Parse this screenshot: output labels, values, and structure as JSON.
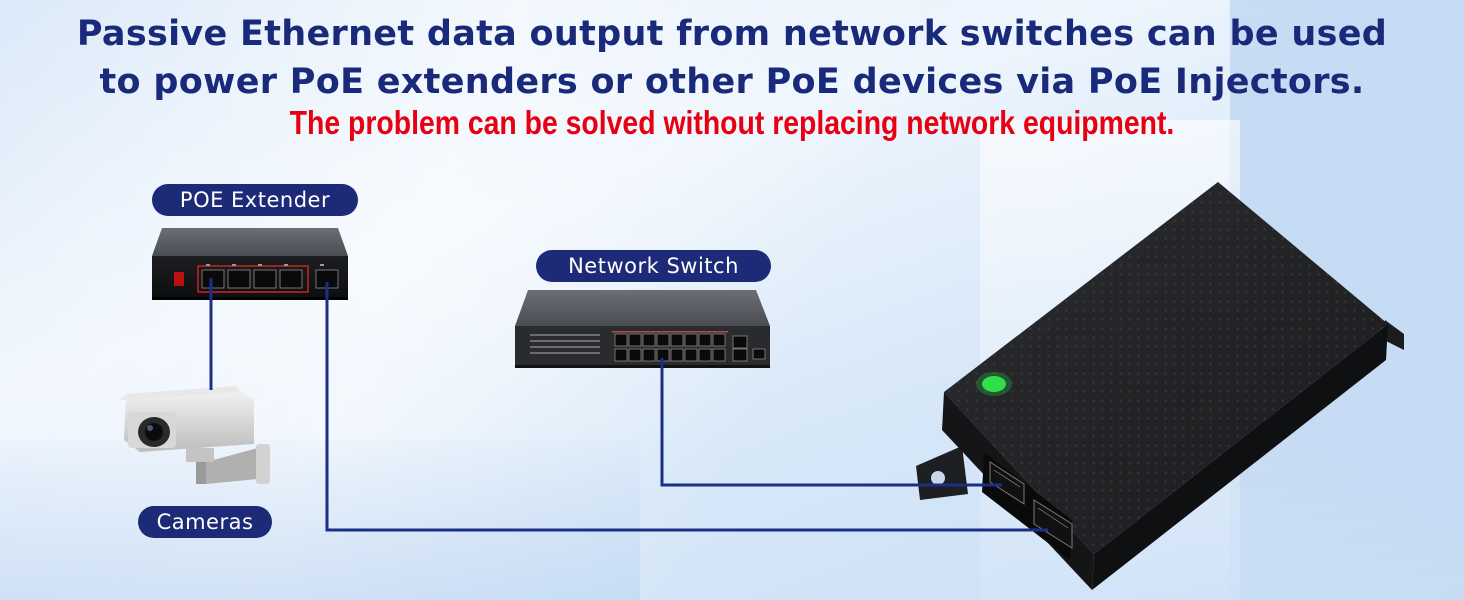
{
  "headline": {
    "line1": "Passive Ethernet data output from network switches can be used",
    "line2": "to power PoE extenders or other PoE devices via PoE Injectors.",
    "subline": "The problem can be solved without replacing network equipment."
  },
  "labels": {
    "poe_extender": "POE Extender",
    "network_switch": "Network Switch",
    "cameras": "Cameras"
  },
  "colors": {
    "headline": "#1a2a7a",
    "subline": "#e60012",
    "pill": "#1c2a78",
    "wire": "#1c2f86",
    "led": "#2ee04a"
  }
}
